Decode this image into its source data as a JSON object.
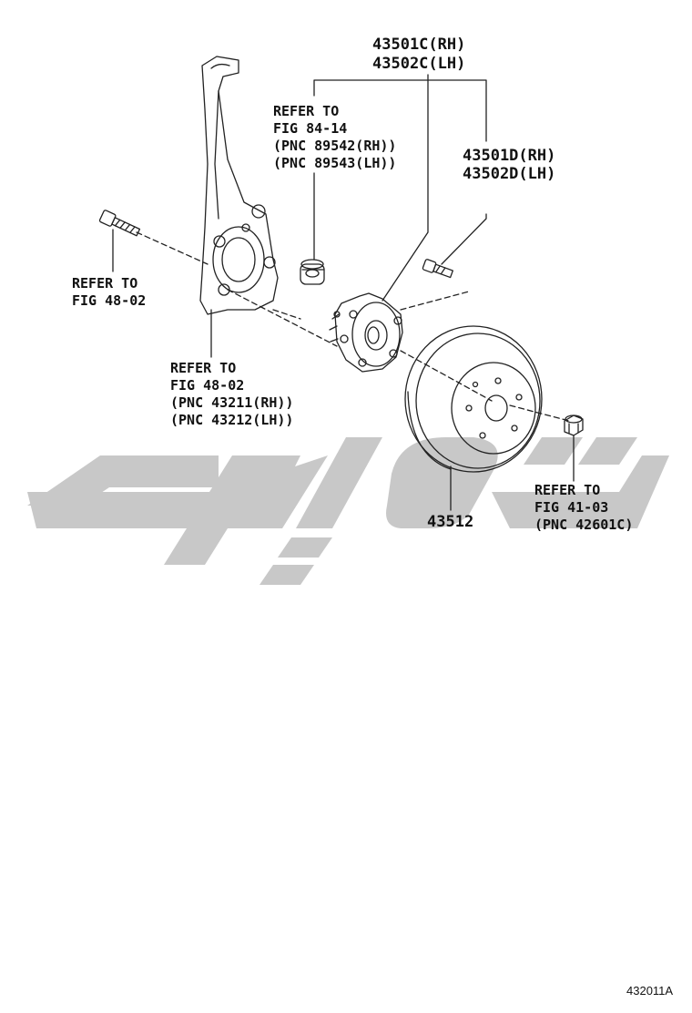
{
  "labels": {
    "hub_main": {
      "rh": "43501C(RH)",
      "lh": "43502C(LH)"
    },
    "hub_alt": {
      "rh": "43501D(RH)",
      "lh": "43502D(LH)"
    },
    "sensor_ref": [
      "REFER TO",
      "FIG 84-14",
      "(PNC 89542(RH))",
      "(PNC 89543(LH))"
    ],
    "bolt_ref": [
      "REFER TO",
      "FIG 48-02"
    ],
    "knuckle_ref": [
      "REFER TO",
      "FIG 48-02",
      "(PNC 43211(RH))",
      "(PNC 43212(LH))"
    ],
    "nut_ref": [
      "REFER TO",
      "FIG 41-03",
      "(PNC 42601C)"
    ],
    "disc": "43512"
  },
  "figure_id": "432011A",
  "colors": {
    "line": "#222222",
    "watermark": "#c8c8c8"
  }
}
